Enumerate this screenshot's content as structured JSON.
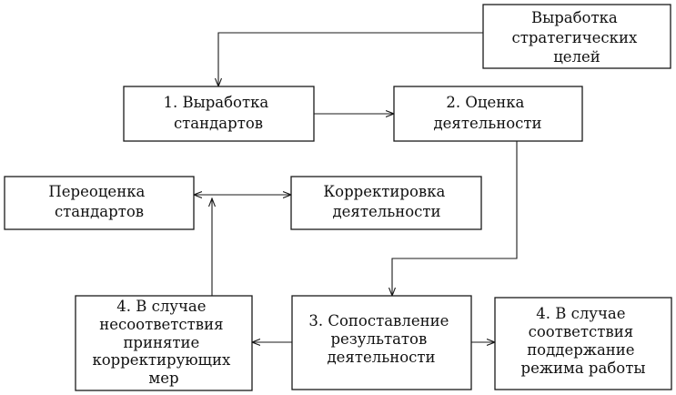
{
  "nodes": [
    {
      "id": "strategic_goals",
      "lines": [
        "Выработка",
        "стратегических",
        "целей"
      ]
    },
    {
      "id": "standards",
      "lines": [
        "1. Выработка",
        "стандартов"
      ]
    },
    {
      "id": "assessment",
      "lines": [
        "2. Оценка",
        "деятельности"
      ]
    },
    {
      "id": "reassessment",
      "lines": [
        "Переоценка",
        "стандартов"
      ]
    },
    {
      "id": "correction",
      "lines": [
        "Корректировка",
        "деятельности"
      ]
    },
    {
      "id": "mismatch",
      "lines": [
        "4. В случае",
        "несоответствия",
        "принятие",
        "корректирующих",
        "мер"
      ]
    },
    {
      "id": "comparison",
      "lines": [
        "3. Сопоставление",
        "результатов",
        "деятельности"
      ]
    },
    {
      "id": "match",
      "lines": [
        "4. В случае",
        "соответствия",
        "поддержание",
        "режима  работы"
      ]
    }
  ],
  "edges": [
    {
      "from": "strategic_goals",
      "to": "standards"
    },
    {
      "from": "standards",
      "to": "assessment"
    },
    {
      "from": "assessment",
      "to": "comparison"
    },
    {
      "from": "comparison",
      "to": "mismatch"
    },
    {
      "from": "comparison",
      "to": "match"
    },
    {
      "from": "mismatch",
      "to": "reassessment"
    },
    {
      "from": "mismatch",
      "to": "correction"
    }
  ]
}
